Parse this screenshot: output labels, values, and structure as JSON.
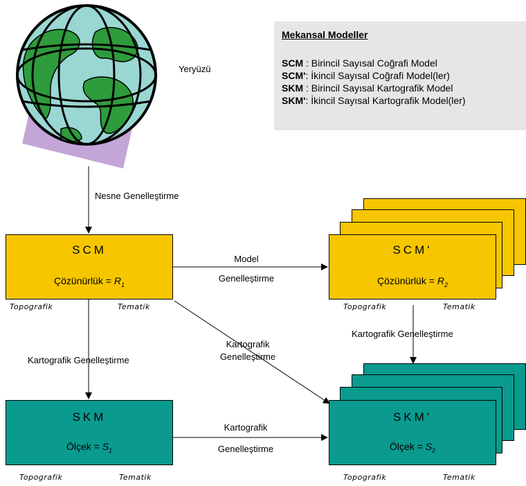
{
  "colors": {
    "yellow": "#f7c600",
    "teal": "#0a9a8e",
    "legend_bg": "#e6e6e6",
    "globe_land": "#2e9b3c",
    "globe_water": "#9ad7d2",
    "globe_shadow": "#c3a5d8"
  },
  "globe": {
    "label": "Yeryüzü"
  },
  "legend": {
    "title": "Mekansal Modeller",
    "rows": [
      {
        "code": "SCM",
        "text": " : Birincil Sayısal Coğrafi Model"
      },
      {
        "code": "SCM'",
        "text": ": İkincil Sayısal Coğrafi Model(ler)"
      },
      {
        "code": "SKM",
        "text": " : Birincil Sayısal Kartografik Model"
      },
      {
        "code": "SKM'",
        "text": ": İkincil Sayısal Kartografik Model(ler)"
      }
    ]
  },
  "arrows": {
    "nesne": "Nesne Genelleştirme",
    "model_line1": "Model",
    "model_line2": "Genelleştirme",
    "kart_left": "Kartografik Genelleştirme",
    "kart_diag_line1": "Kartografik",
    "kart_diag_line2": "Genelleştirme",
    "kart_right": "Kartografik Genelleştirme",
    "kart_bottom_line1": "Kartografik",
    "kart_bottom_line2": "Genelleştirme"
  },
  "boxes": {
    "scm": {
      "title": "SCM",
      "formula_label": "Çözünürlük = ",
      "formula_var": "R",
      "formula_sub": "1",
      "tag_left": "Topografik",
      "tag_right": "Tematik"
    },
    "scm2": {
      "title": "SCM'",
      "formula_label": "Çözünürlük = ",
      "formula_var": "R",
      "formula_sub": "2",
      "tag_left": "Topografik",
      "tag_right": "Tematik"
    },
    "skm": {
      "title": "SKM",
      "formula_label": "Ölçek = ",
      "formula_var": "S",
      "formula_sub": "1",
      "tag_left": "Topografik",
      "tag_right": "Tematik"
    },
    "skm2": {
      "title": "SKM'",
      "formula_label": "Ölçek = ",
      "formula_var": "S",
      "formula_sub": "2",
      "tag_left": "Topografik",
      "tag_right": "Tematik"
    }
  }
}
